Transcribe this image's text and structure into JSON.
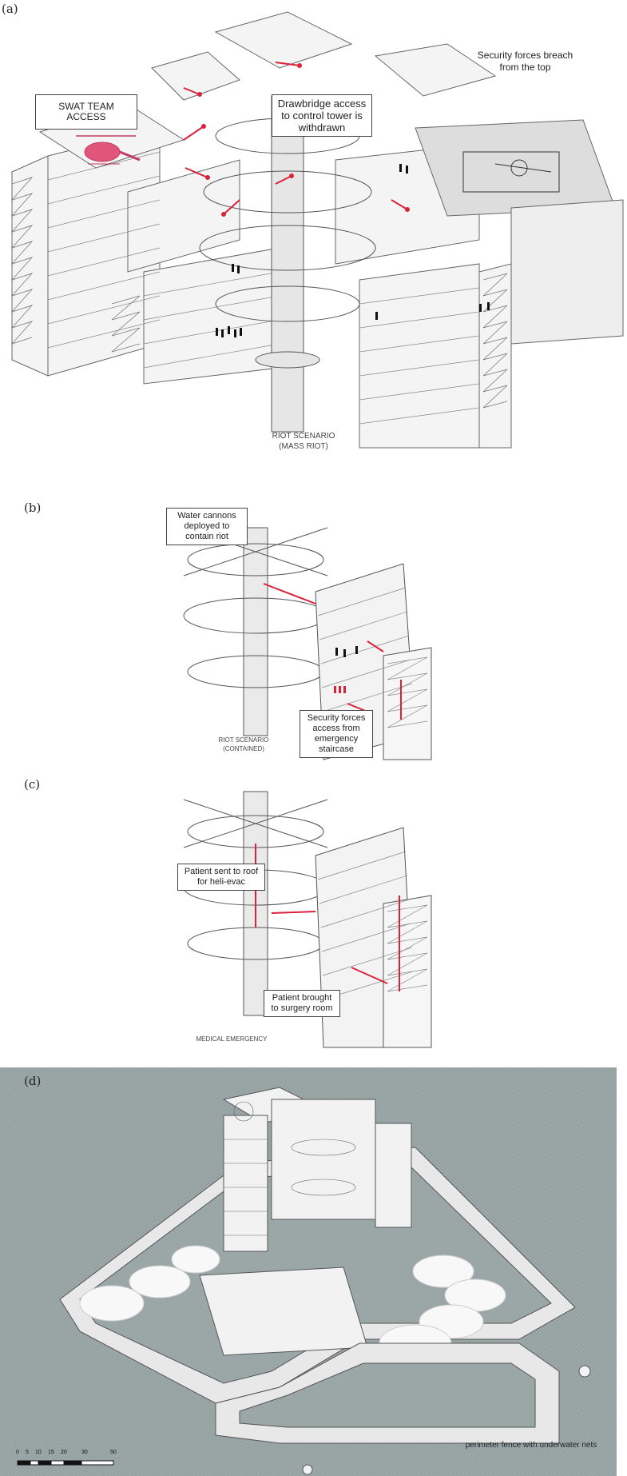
{
  "panels": {
    "a": {
      "label": "(a)",
      "callouts": {
        "swat": "SWAT TEAM ACCESS",
        "drawbridge": "Drawbridge access to control tower is withdrawn",
        "breach": "Security forces breach from the top"
      },
      "caption_line1": "RIOT SCENARIO",
      "caption_line2": "(MASS RIOT)"
    },
    "b": {
      "label": "(b)",
      "callouts": {
        "water": "Water cannons deployed to contain riot",
        "security": "Security forces access from emergency staircase"
      },
      "caption_line1": "RIOT SCENARIO",
      "caption_line2": "(CONTAINED)"
    },
    "c": {
      "label": "(c)",
      "callouts": {
        "heli": "Patient sent to roof for heli-evac",
        "surgery": "Patient brought to surgery room"
      },
      "caption_line1": "MEDICAL EMERGENCY"
    },
    "d": {
      "label": "(d)",
      "note": "perimeter fence with underwater nets",
      "scale_ticks": [
        "0",
        "5",
        "10",
        "15",
        "20",
        "30",
        "50"
      ]
    }
  },
  "colors": {
    "line": "#555555",
    "light_fill": "#f2f2f2",
    "shade_fill": "#d8d8d8",
    "accent_red": "#d9233a",
    "swat_pink": "#e0557a",
    "sea": "#9aa7a6"
  }
}
